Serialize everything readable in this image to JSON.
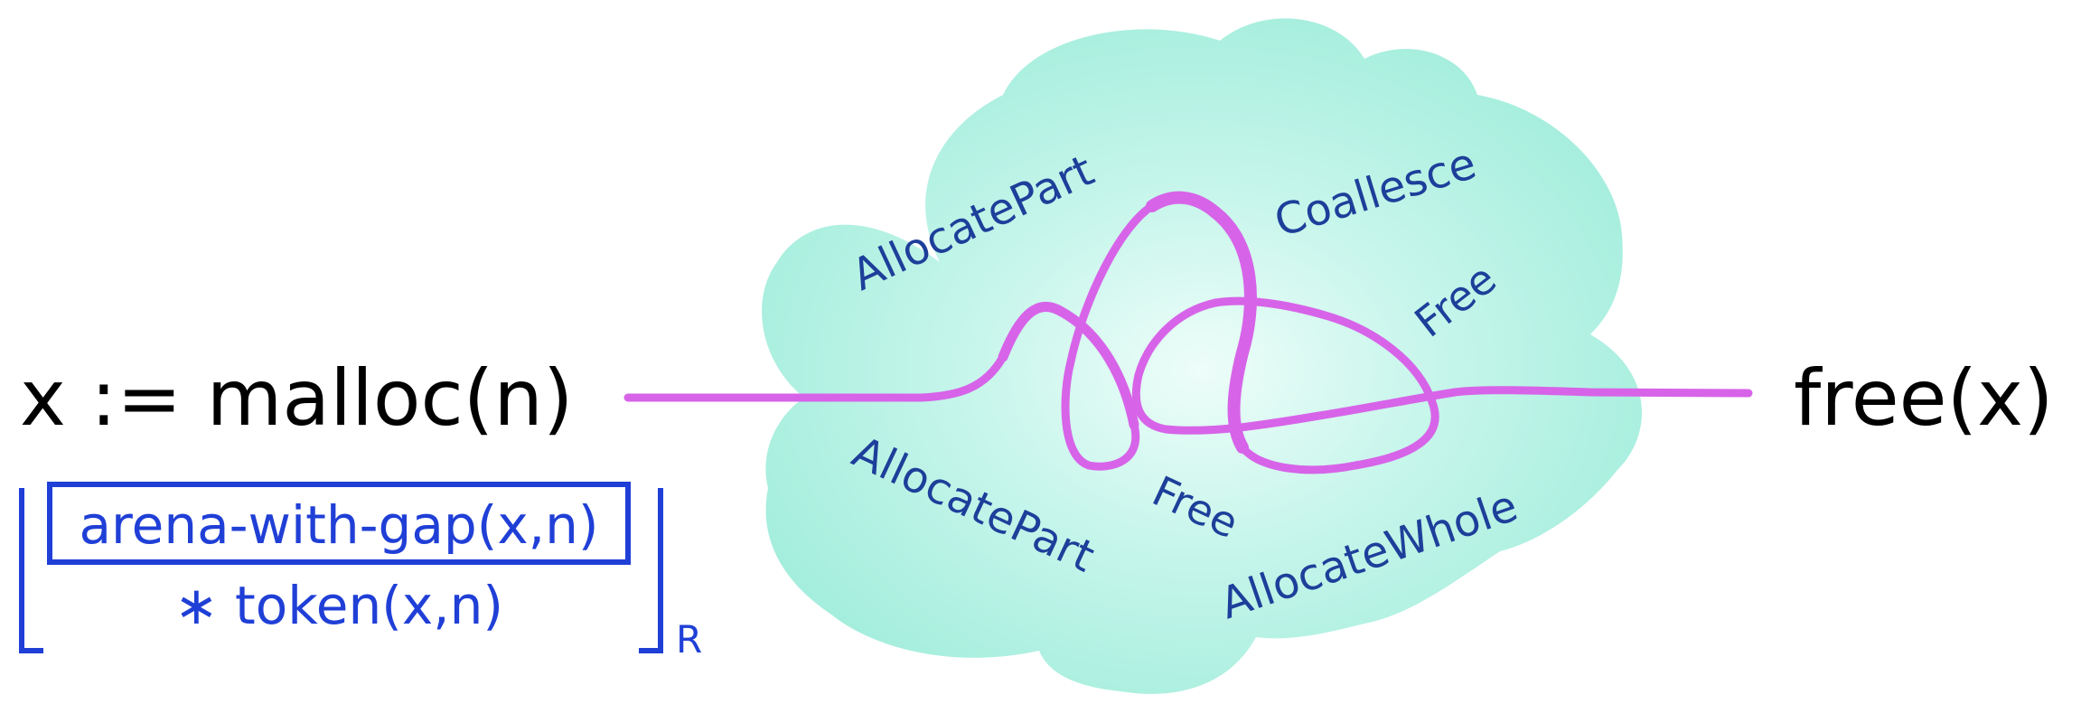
{
  "diagram": {
    "left_statement": "x := malloc(n)",
    "right_statement": "free(x)",
    "assertion": {
      "boxed_term": "arena-with-gap(x,n)",
      "second_term": "∗ token(x,n)",
      "subscript": "R"
    },
    "cloud_operations": [
      "AllocatePart",
      "Coallesce",
      "Free",
      "AllocatePart",
      "Free",
      "AllocateWhole"
    ]
  },
  "colors": {
    "cloud": "#b6f1e4",
    "cloud_center": "#e9fbf7",
    "ribbon": "#d764e8",
    "operation_text": "#1d3f9a",
    "assertion_blue": "#1f3fd6",
    "code_text": "#000000"
  }
}
